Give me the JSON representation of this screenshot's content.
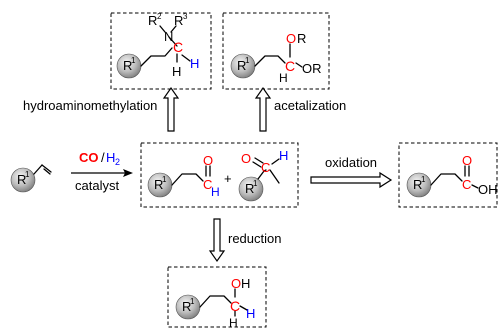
{
  "colors": {
    "red": "#ff0000",
    "blue": "#0000ff",
    "sphere_light": "#e9e9e9",
    "sphere_dark": "#7d7d7d"
  },
  "labels": {
    "hydroaminomethylation": "hydroaminomethylation",
    "acetalization": "acetalization",
    "oxidation": "oxidation",
    "reduction": "reduction",
    "catalyst": "catalyst",
    "co": "CO",
    "slash": "/",
    "h2": "H",
    "h2_sub": "2"
  },
  "atoms": {
    "R": "R",
    "sup1": "1",
    "sup2": "2",
    "sup3": "3",
    "N": "N",
    "C": "C",
    "H": "H",
    "O": "O",
    "OR": "OR",
    "OH": "OH",
    "plus": "+"
  }
}
